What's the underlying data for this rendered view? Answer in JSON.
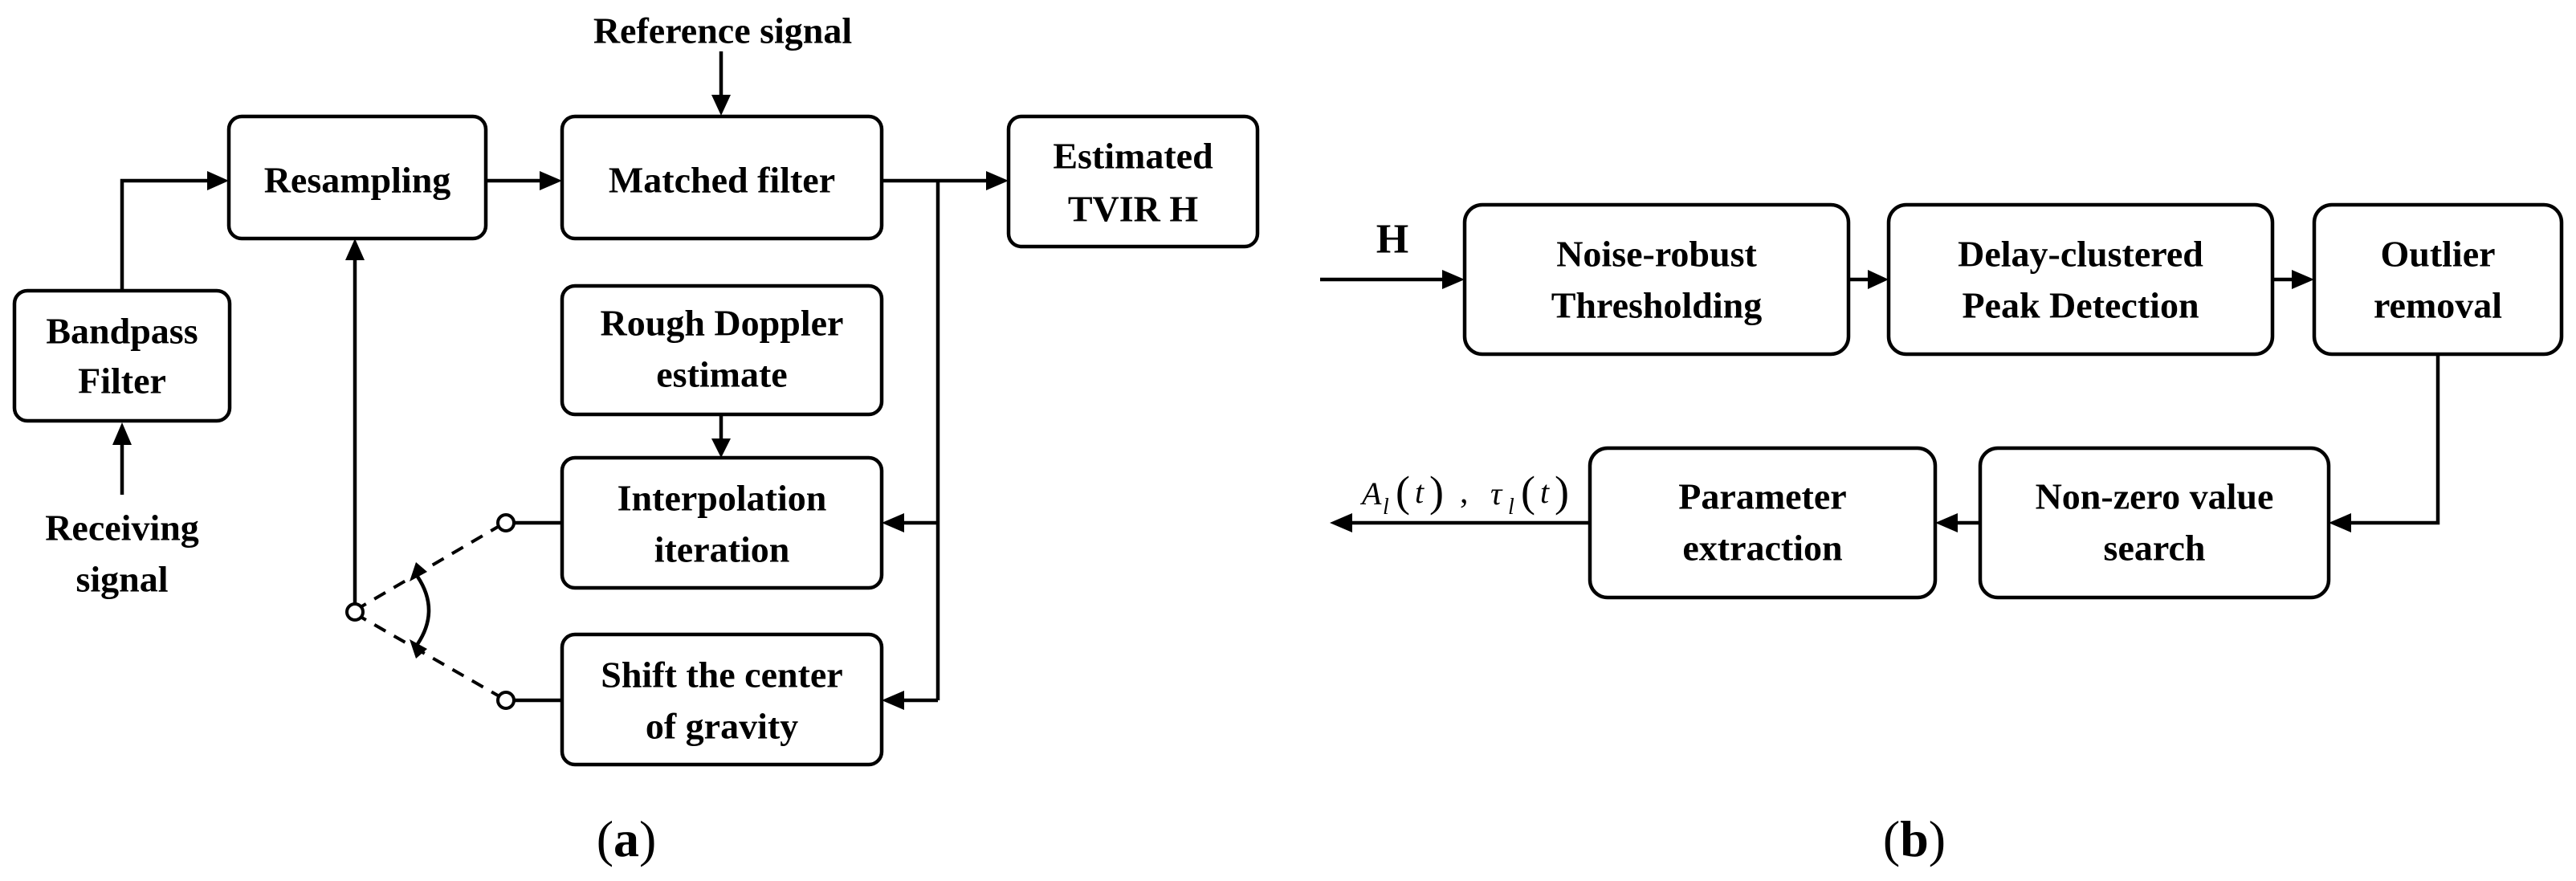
{
  "panel_a": {
    "caption_open": "(",
    "caption_letter": "a",
    "caption_close": ")",
    "reference_signal": "Reference signal",
    "receiving_signal": [
      "Receiving",
      "signal"
    ],
    "bandpass_filter": [
      "Bandpass",
      "Filter"
    ],
    "resampling": "Resampling",
    "matched_filter": "Matched filter",
    "estimated_tvir": [
      "Estimated",
      "TVIR H"
    ],
    "rough_doppler": [
      "Rough Doppler",
      "estimate"
    ],
    "interpolation": [
      "Interpolation",
      "iteration"
    ],
    "shift_center": [
      "Shift the center",
      "of gravity"
    ]
  },
  "panel_b": {
    "caption_open": "(",
    "caption_letter": "b",
    "caption_close": ")",
    "input_label": "H",
    "noise_robust": [
      "Noise-robust",
      "Thresholding"
    ],
    "delay_clustered": [
      "Delay-clustered",
      "Peak Detection"
    ],
    "outlier": [
      "Outlier",
      "removal"
    ],
    "nonzero": [
      "Non-zero value",
      "search"
    ],
    "parameter": [
      "Parameter",
      "extraction"
    ],
    "output": {
      "a_sym": "A",
      "a_sub": "l",
      "tau_sym": "τ",
      "tau_sub": "l",
      "t_sym": "t",
      "open_paren": "(",
      "close_paren": ")",
      "separator": ","
    }
  }
}
